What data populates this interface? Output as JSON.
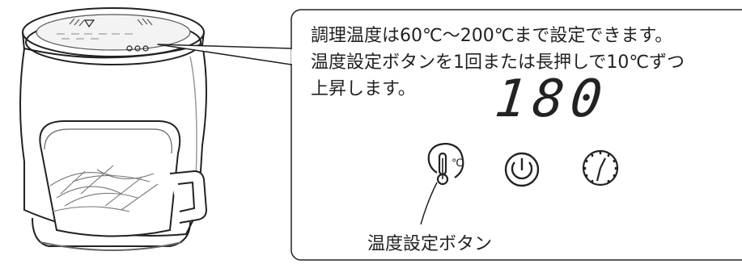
{
  "callout": {
    "line1": "調理温度は60℃〜200℃まで設定できます。",
    "line2": "温度設定ボタンを1回または長押しで10℃ずつ",
    "line3": "上昇します。"
  },
  "display": {
    "value": "180"
  },
  "buttons": [
    {
      "icon": "thermometer-celsius-icon"
    },
    {
      "icon": "power-icon"
    },
    {
      "icon": "timer-clock-icon"
    }
  ],
  "temp_button_label": "温度設定ボタン",
  "unit_symbol": "℃"
}
